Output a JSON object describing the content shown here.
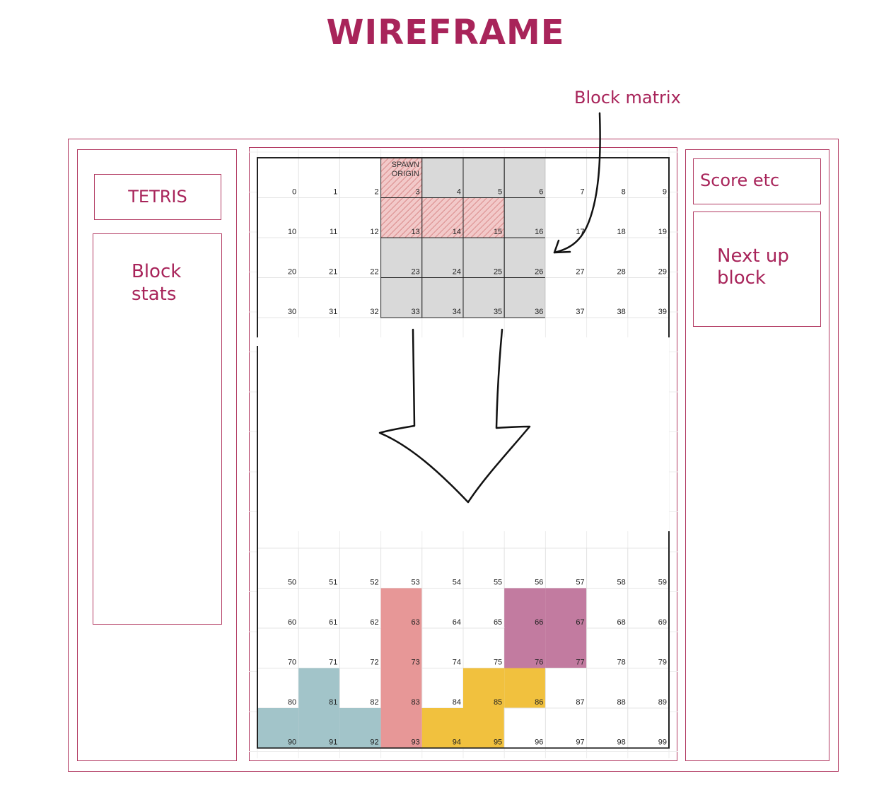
{
  "title": "WIREFRAME",
  "annotation": "Block matrix",
  "panels": {
    "tetris": "TETRIS",
    "block_stats": [
      "Block",
      "stats"
    ],
    "score": "Score etc",
    "next_up": [
      "Next up",
      "block"
    ]
  },
  "spawn_label": [
    "SPAWN",
    "ORIGIN"
  ],
  "grid": {
    "columns": 10,
    "top_rows": [
      0,
      1,
      2,
      3
    ],
    "bottom_rows": [
      5,
      6,
      7,
      8,
      9
    ]
  },
  "colors": {
    "accent": "#a8245a",
    "spawn_gray": "#d9d9d9",
    "spawn_hatch": "#e8a3a3",
    "red_block": "#e79797",
    "purple_block": "#c27ba0",
    "yellow_block": "#f1c13e",
    "teal_block": "#a2c4c9"
  },
  "colored_cells": {
    "gray": [
      3,
      4,
      5,
      6,
      16,
      23,
      24,
      25,
      26,
      33,
      34,
      35,
      36
    ],
    "hatch": [
      3,
      13,
      14,
      15
    ],
    "red": [
      63,
      73,
      83,
      93
    ],
    "purple": [
      66,
      67,
      76,
      77
    ],
    "yellow": [
      85,
      86,
      94,
      95
    ],
    "teal": [
      81,
      90,
      91,
      92
    ]
  }
}
